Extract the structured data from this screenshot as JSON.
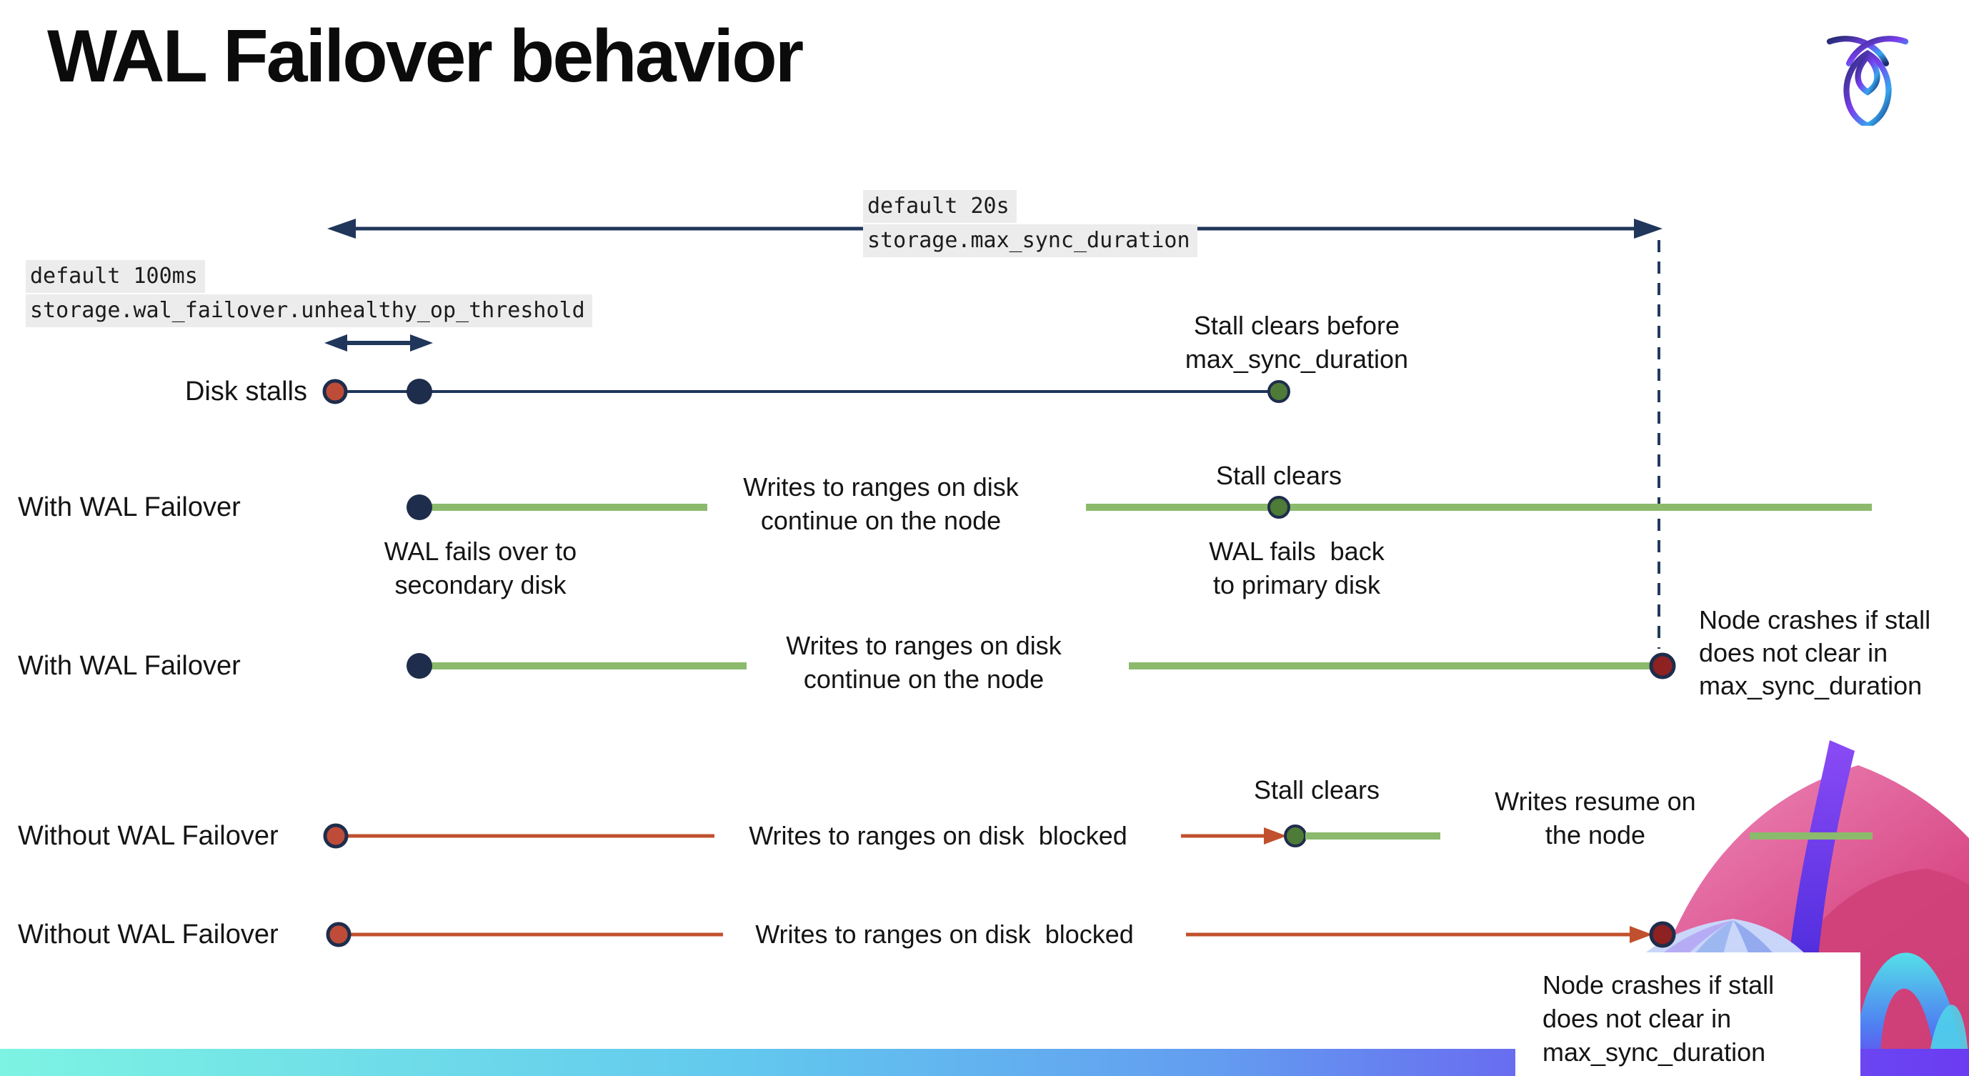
{
  "slide": {
    "title": "WAL Failover behavior"
  },
  "settings_labels": {
    "max_sync": {
      "default_value": "default 20s",
      "setting_name": "storage.max_sync_duration"
    },
    "unhealthy_op": {
      "default_value": "default 100ms",
      "setting_name": "storage.wal_failover.unhealthy_op_threshold"
    }
  },
  "row_labels": {
    "disk_stalls": "Disk stalls",
    "with_wal_1": "With WAL Failover",
    "with_wal_2": "With WAL Failover",
    "without_wal_1": "Without WAL Failover",
    "without_wal_2": "Without WAL Failover"
  },
  "annotations": {
    "stall_clears_before": {
      "line1": "Stall clears before",
      "line2": "max_sync_duration"
    },
    "writes_continue_row1": {
      "line1": "Writes to ranges on disk",
      "line2": "continue on the node"
    },
    "stall_clears_row1": "Stall clears",
    "wal_fails_back": {
      "line1": "WAL fails  back",
      "line2": "to primary disk"
    },
    "wal_fails_over": {
      "line1": "WAL fails over to",
      "line2": "secondary disk"
    },
    "writes_continue_row2": {
      "line1": "Writes to ranges on disk",
      "line2": "continue on the node"
    },
    "node_crashes_mid": {
      "line1": "Node crashes if stall",
      "line2": "does not clear in",
      "line3": "max_sync_duration"
    },
    "writes_blocked_row1": "Writes to ranges on disk  blocked",
    "stall_clears_row3": "Stall clears",
    "writes_resume": {
      "line1": "Writes resume on",
      "line2": "the node"
    },
    "writes_blocked_row2": "Writes to ranges on disk  blocked",
    "node_crashes_box": {
      "line1": "Node crashes if stall",
      "line2": "does not clear in",
      "line3": "max_sync_duration"
    }
  },
  "colors": {
    "navy_line": "#20365a",
    "navy_dot": "#1f2d4c",
    "green_line": "#8cba6c",
    "green_dot": "#4e7b37",
    "red_line": "#c1502e",
    "red_dot": "#bf4c38",
    "dark_red_dot": "#8e2121",
    "setting_label_bg": "#ececec",
    "footer_gradient_start": "#7df3e3",
    "footer_gradient_end": "#6b3bf2"
  }
}
